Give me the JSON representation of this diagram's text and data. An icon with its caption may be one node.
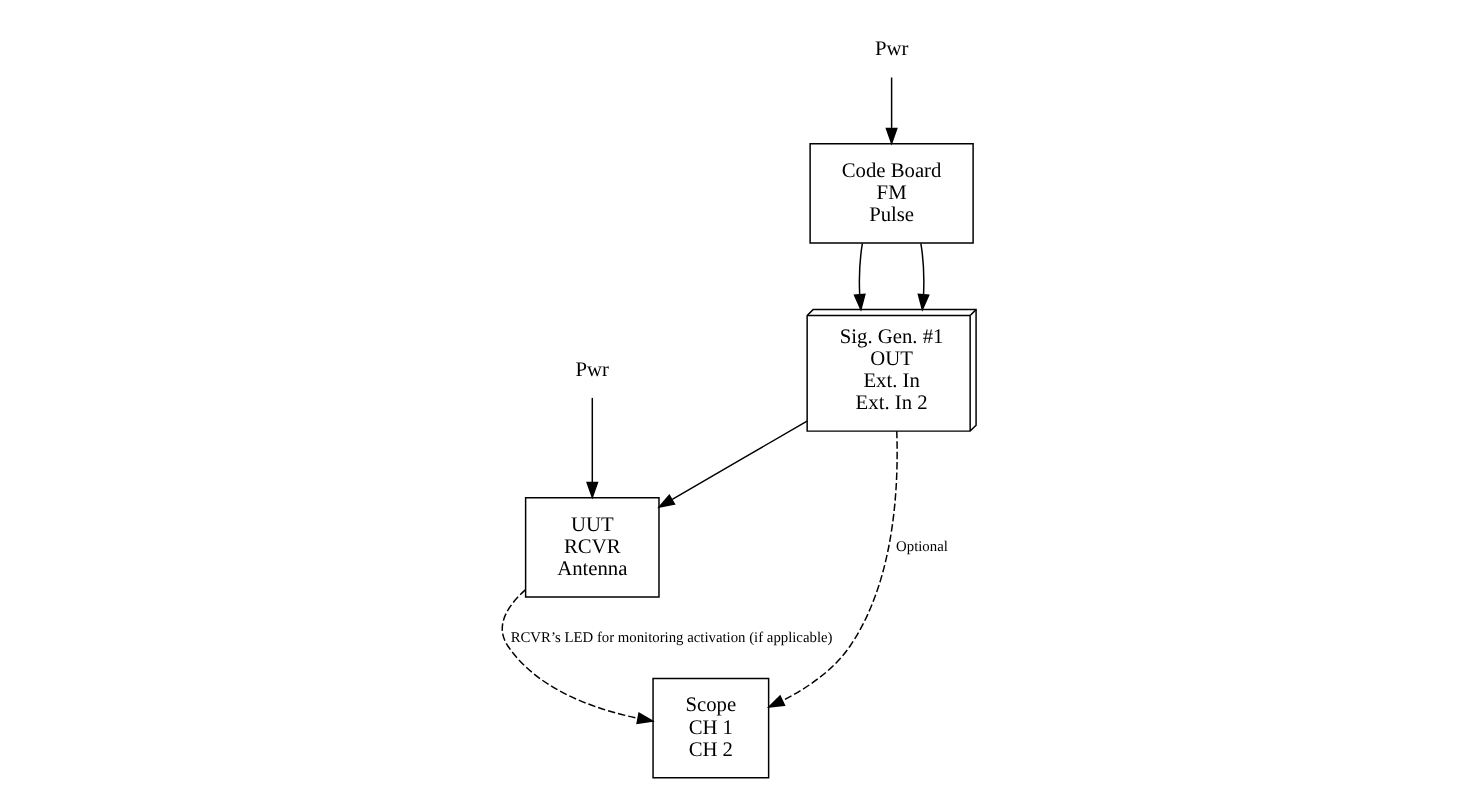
{
  "diagram": {
    "nodes": [
      {
        "text": [
          "Pwr"
        ]
      },
      {
        "text": [
          "UUT",
          "RCVR",
          "Antenna"
        ]
      },
      {
        "text": [
          "Scope",
          "CH 1",
          "CH 2"
        ]
      },
      {
        "text": [
          "Pwr"
        ]
      },
      {
        "text": [
          "Sig. Gen. #1",
          "OUT",
          "Ext. In",
          "Ext. In 2"
        ]
      },
      {
        "text": [
          "Code Board",
          "FM",
          "Pulse"
        ]
      }
    ],
    "edges": [
      {
        "from": 0,
        "to": 1,
        "arrow": "to"
      },
      {
        "from": 1,
        "to": 2,
        "arrow": "to",
        "style": "dashed",
        "label": "RCVR’s LED for monitoring activation (if applicable)"
      },
      {
        "from": 4,
        "to": 1,
        "arrow": "to"
      },
      {
        "from": 3,
        "to": 5,
        "arrow": "to"
      },
      {
        "from": 5,
        "to": 4,
        "arrow": "to"
      },
      {
        "from": 5,
        "to": 4,
        "arrow": "to"
      },
      {
        "from": 4,
        "to": 2,
        "arrow": "to",
        "style": "dashed",
        "label": "Optional"
      }
    ]
  }
}
